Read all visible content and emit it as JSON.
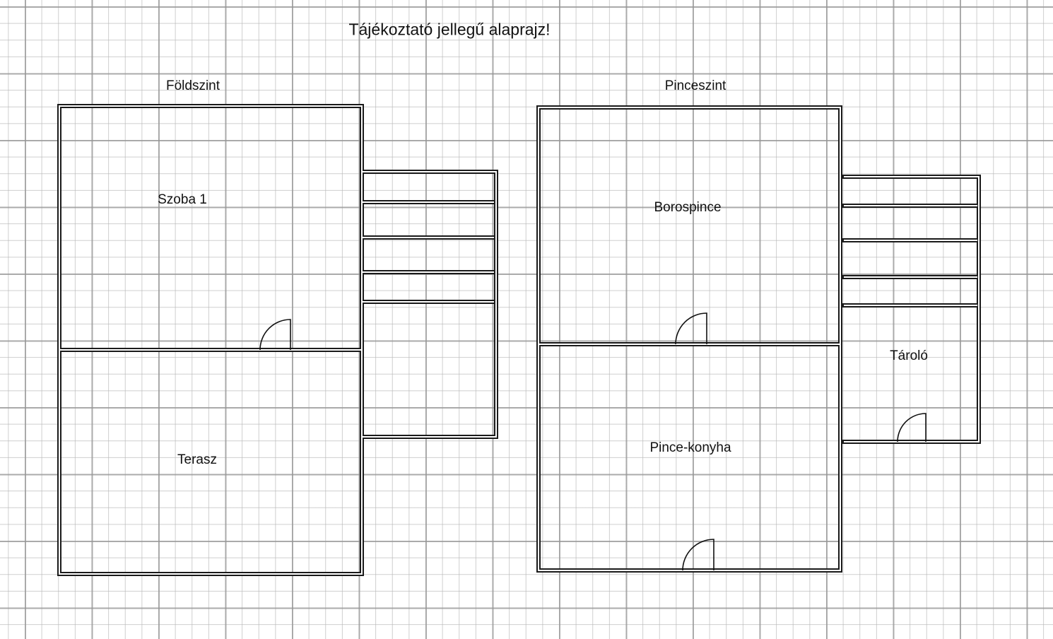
{
  "title": "Tájékoztató jellegű alaprajz!",
  "floors": [
    {
      "name": "Földszint",
      "rooms": [
        "Szoba 1",
        "Terasz"
      ]
    },
    {
      "name": "Pinceszint",
      "rooms": [
        "Borospince",
        "Pince-konyha",
        "Tároló"
      ]
    }
  ],
  "colors": {
    "wall": "#1a1a1a",
    "grid": "#9a9a9a"
  }
}
